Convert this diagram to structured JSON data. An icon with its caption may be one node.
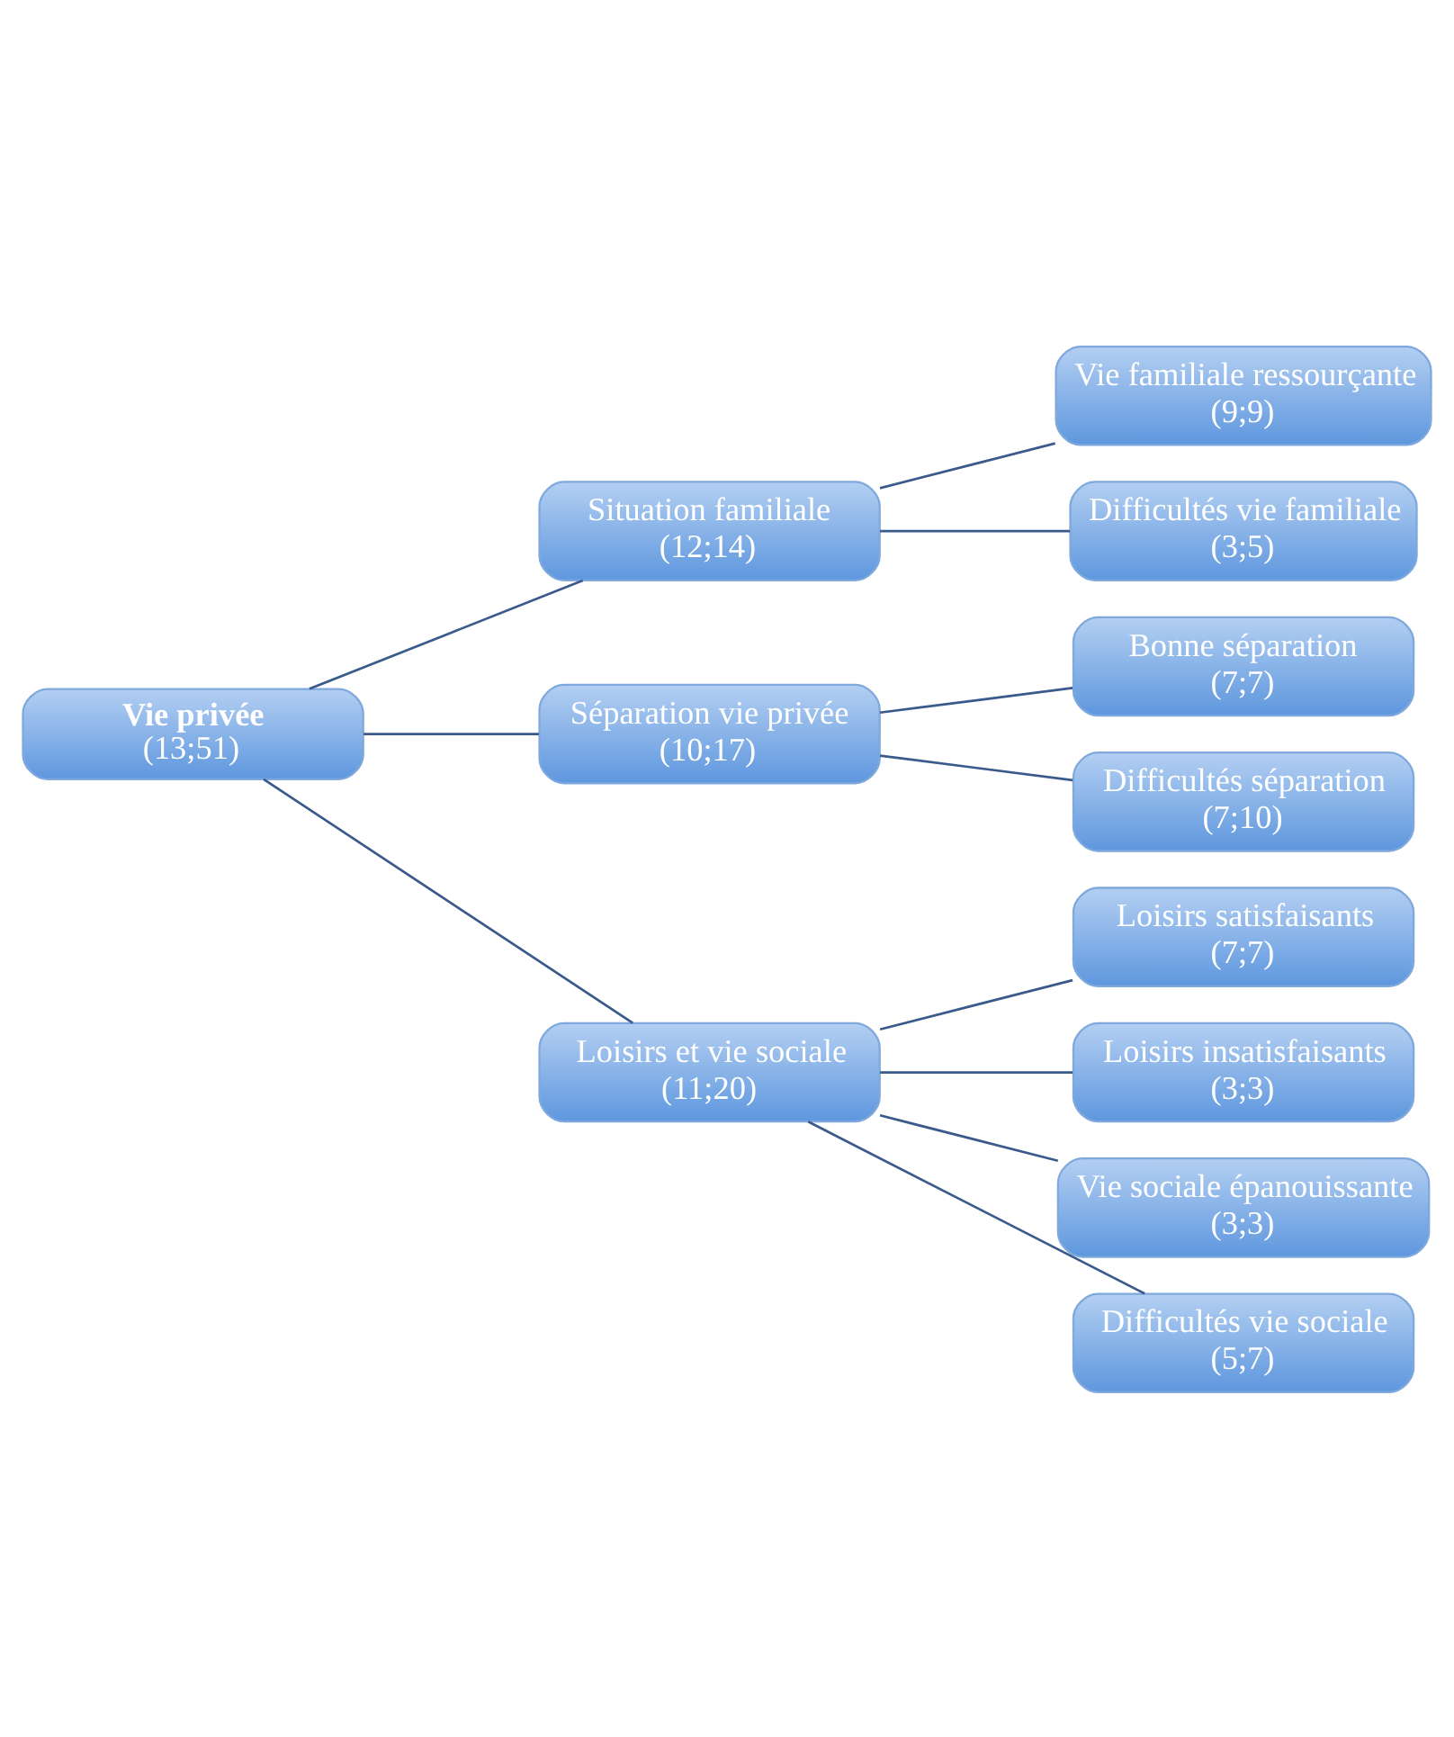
{
  "diagram": {
    "nodes": [
      {
        "text": [
          "Vie privée",
          "(13;51)"
        ]
      },
      {
        "text": [
          "Situation familiale",
          "(12;14)"
        ]
      },
      {
        "text": [
          "Vie familiale ressourçante",
          "(9;9)"
        ]
      },
      {
        "text": [
          "Difficultés vie familiale",
          "(3;5)"
        ]
      },
      {
        "text": [
          "Séparation vie privée",
          "(10;17)"
        ]
      },
      {
        "text": [
          "Bonne séparation",
          "(7;7)"
        ]
      },
      {
        "text": [
          "Difficultés séparation",
          "(7;10)"
        ]
      },
      {
        "text": [
          "Loisirs et vie sociale",
          "(11;20)"
        ]
      },
      {
        "text": [
          "Loisirs satisfaisants",
          "(7;7)"
        ]
      },
      {
        "text": [
          "Loisirs insatisfaisants",
          "(3;3)"
        ]
      },
      {
        "text": [
          "Vie sociale épanouissante",
          "(3;3)"
        ]
      },
      {
        "text": [
          "Difficultés vie sociale",
          "(5;7)"
        ]
      }
    ],
    "edges": [
      {
        "from": 0,
        "to": 1,
        "arrow": "none"
      },
      {
        "from": 0,
        "to": 4,
        "arrow": "none"
      },
      {
        "from": 0,
        "to": 7,
        "arrow": "none"
      },
      {
        "from": 1,
        "to": 2,
        "arrow": "none"
      },
      {
        "from": 1,
        "to": 3,
        "arrow": "none"
      },
      {
        "from": 4,
        "to": 5,
        "arrow": "none"
      },
      {
        "from": 4,
        "to": 6,
        "arrow": "none"
      },
      {
        "from": 7,
        "to": 8,
        "arrow": "none"
      },
      {
        "from": 7,
        "to": 9,
        "arrow": "none"
      },
      {
        "from": 7,
        "to": 10,
        "arrow": "none"
      },
      {
        "from": 7,
        "to": 11,
        "arrow": "none"
      }
    ]
  }
}
